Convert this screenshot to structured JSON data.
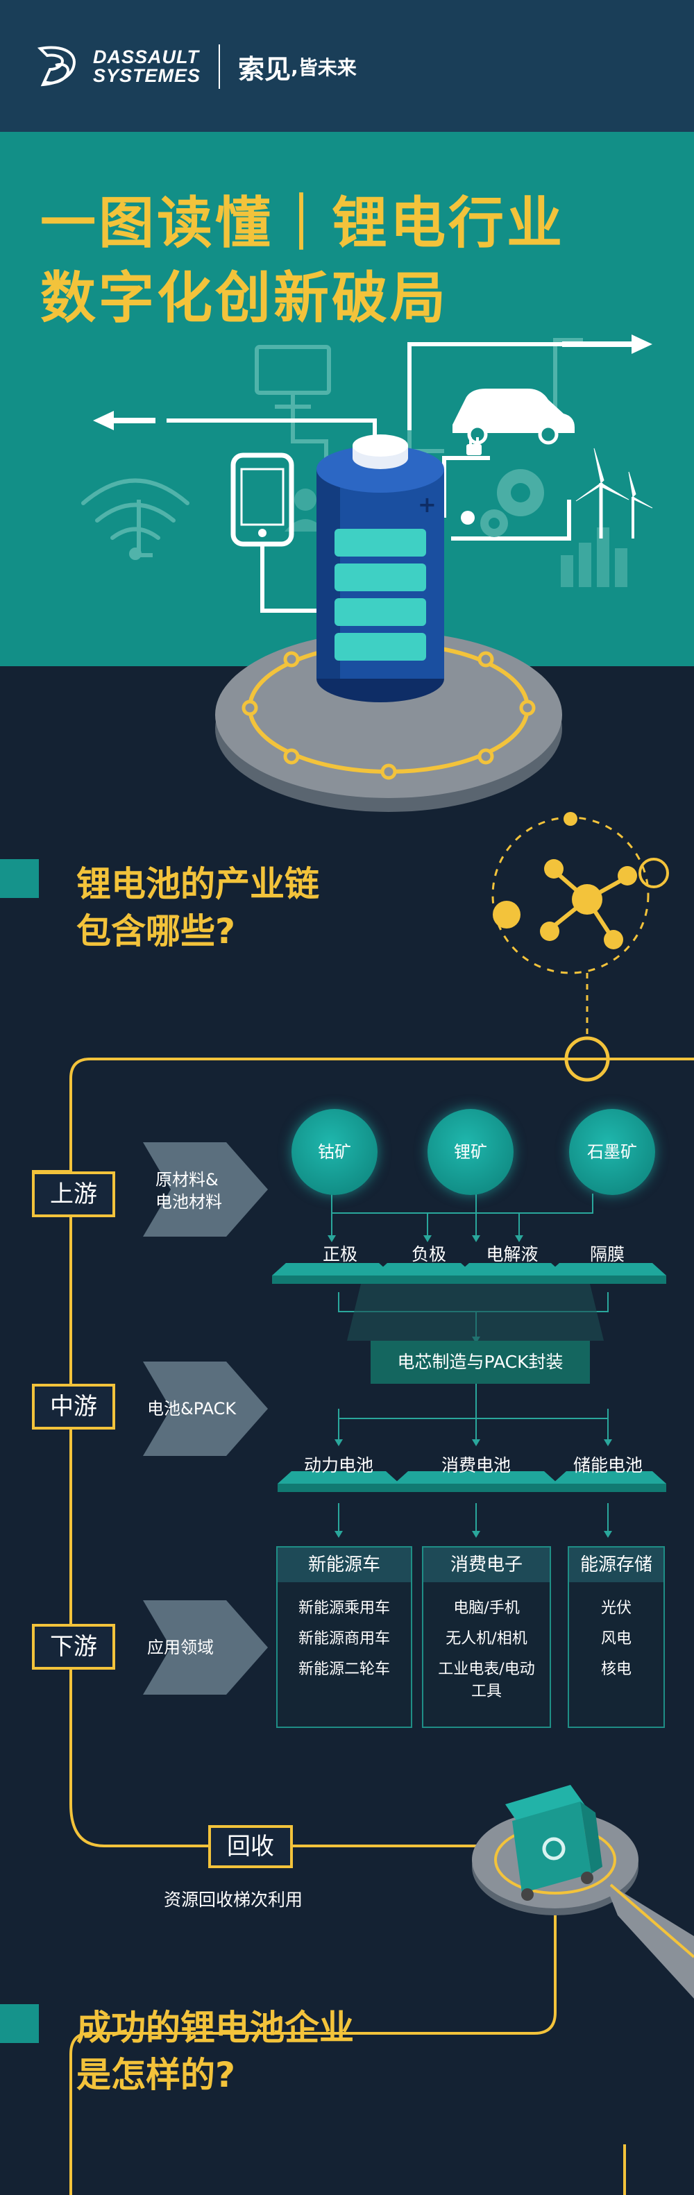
{
  "header": {
    "brand_line1": "DASSAULT",
    "brand_line2": "SYSTEMES",
    "slogan_main": "索见",
    "slogan_sub": "皆未来"
  },
  "hero": {
    "title_line1": "一图读懂｜锂电行业",
    "title_line2": "数字化创新破局"
  },
  "sections": {
    "chain_title_line1": "锂电池的产业链",
    "chain_title_line2": "包含哪些?",
    "success_title_line1": "成功的锂电池企业",
    "success_title_line2": "是怎样的?"
  },
  "stages": {
    "upstream": {
      "label": "上游",
      "desc_line1": "原材料&",
      "desc_line2": "电池材料"
    },
    "midstream": {
      "label": "中游",
      "desc": "电池&PACK"
    },
    "downstream": {
      "label": "下游",
      "desc": "应用领域"
    },
    "recycle": {
      "label": "回收",
      "desc": "资源回收梯次利用"
    }
  },
  "minerals": [
    "钴矿",
    "锂矿",
    "石墨矿"
  ],
  "materials": [
    "正极",
    "负极",
    "电解液",
    "隔膜"
  ],
  "core_process": "电芯制造与PACK封装",
  "batteries": [
    "动力电池",
    "消费电池",
    "储能电池"
  ],
  "applications": [
    {
      "head": "新能源车",
      "items": [
        "新能源乘用车",
        "新能源商用车",
        "新能源二轮车"
      ]
    },
    {
      "head": "消费电子",
      "items": [
        "电脑/手机",
        "无人机/相机",
        "工业电表/电动工具"
      ]
    },
    {
      "head": "能源存储",
      "items": [
        "光伏",
        "风电",
        "核电"
      ]
    }
  ],
  "colors": {
    "accent_yellow": "#f3c33b",
    "teal": "#128f87",
    "navy": "#142233",
    "header_blue": "#1a3e58"
  },
  "icons": [
    "ds-logo-icon",
    "wifi-icon",
    "phone-icon",
    "monitor-icon",
    "car-icon",
    "gear-icon",
    "wind-turbine-icon",
    "bar-chart-icon",
    "battery-icon",
    "network-icon",
    "recycle-bin-icon",
    "chevron-arrow-icon"
  ]
}
